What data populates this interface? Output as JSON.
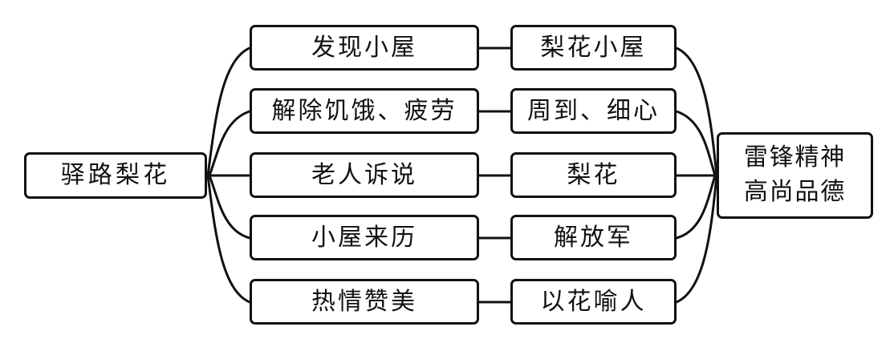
{
  "diagram": {
    "type": "mind-map",
    "title_node": {
      "label": "驿路梨花"
    },
    "final_node": {
      "line1": "雷锋精神",
      "line2": "高尚品德",
      "label": "雷锋精神\n高尚品德"
    },
    "rows": [
      {
        "middle": "发现小屋",
        "right": "梨花小屋"
      },
      {
        "middle": "解除饥饿、疲劳",
        "right": "周到、细心"
      },
      {
        "middle": "老人诉说",
        "right": "梨花"
      },
      {
        "middle": "小屋来历",
        "right": "解放军"
      },
      {
        "middle": "热情赞美",
        "right": "以花喻人"
      }
    ],
    "colors": {
      "stroke": "#111111",
      "background": "#ffffff",
      "text": "#111111"
    }
  }
}
